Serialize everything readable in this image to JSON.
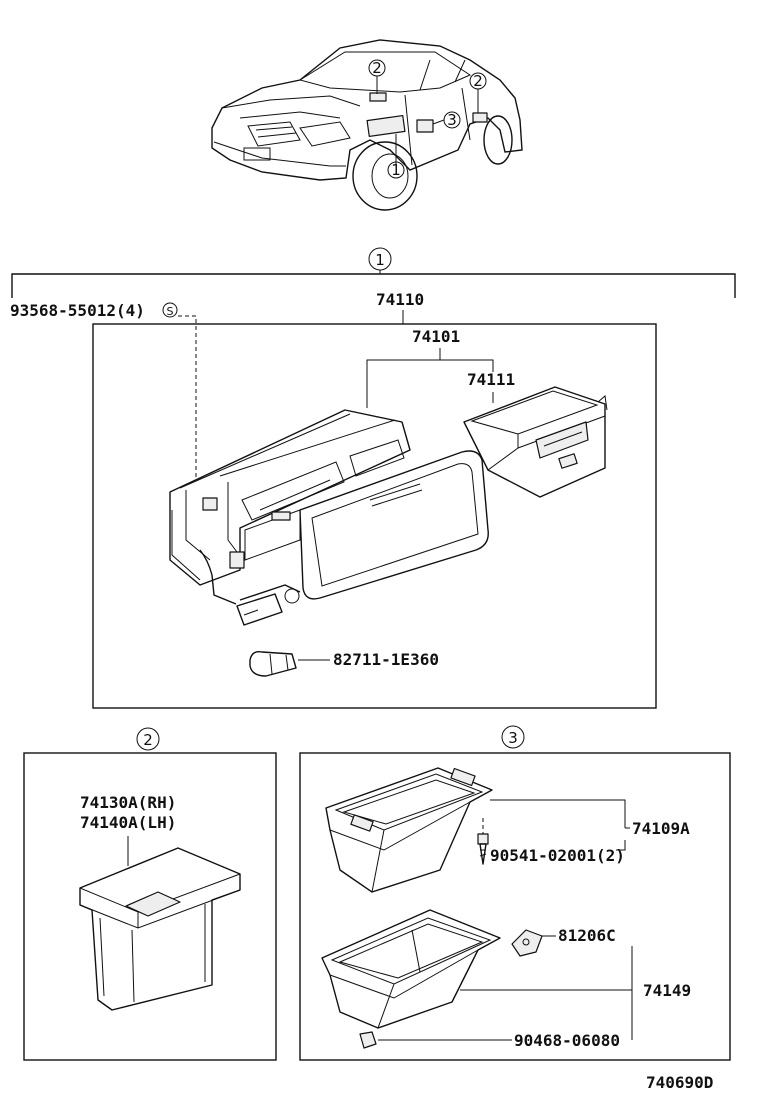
{
  "callouts": {
    "one": "1",
    "two": "2",
    "three": "3"
  },
  "section1": {
    "screw": "93568-55012(4)",
    "screw_mark": "S",
    "assembly": "74110",
    "sub_assembly": "74101",
    "box": "74111",
    "lamp": "82711-1E360"
  },
  "section2": {
    "rh": "74130A(RH)",
    "lh": "74140A(LH)"
  },
  "section3": {
    "upper_box": "74109A",
    "screw": "90541-02001(2)",
    "clip": "81206C",
    "lower_box": "74149",
    "nut": "90468-06080"
  },
  "diagram_code": "740690D",
  "icons": {
    "vehicle": "sedan-car-icon",
    "callout": "circled-number-icon"
  }
}
